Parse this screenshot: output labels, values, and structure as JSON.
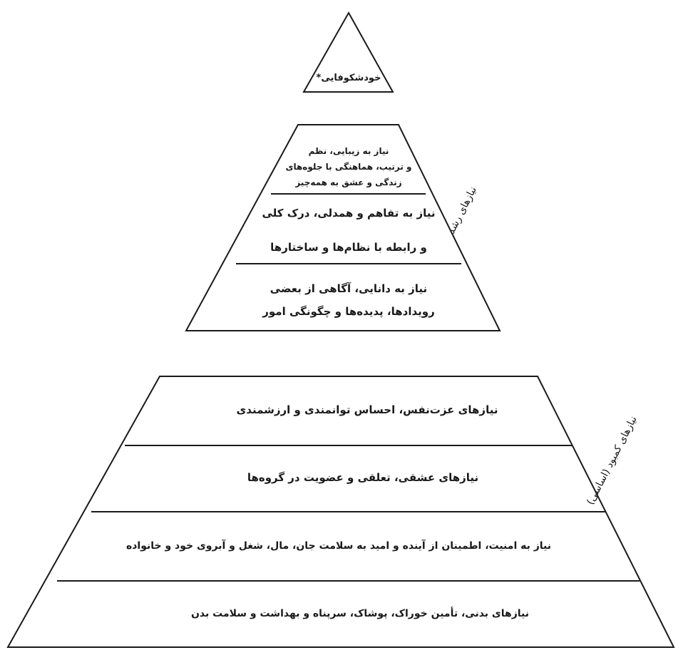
{
  "pyramid": {
    "peak": {
      "label": "خودشکوفایی*"
    },
    "growth_needs": {
      "side_label": "نیازهای رشد",
      "tiers": [
        {
          "lines": [
            "نیاز به زیبایی، نظم",
            "و ترتیب، هماهنگی با جلوه‌های",
            "زندگی و عشق به همه‌چیز"
          ]
        },
        {
          "lines": [
            "نیاز به تفاهم و همدلی، درک کلی",
            "و رابطه با نظام‌ها و ساختارها"
          ]
        },
        {
          "lines": [
            "نیاز به دانایی، آگاهی از بعضی",
            "رویدادها، پدیده‌ها و چگونگی امور"
          ]
        }
      ]
    },
    "deficiency_needs": {
      "side_label": "نیازهای کمبود (اساسی)",
      "tiers": [
        {
          "lines": [
            "نیازهای عزت‌نفس، احساس توانمندی و ارزشمندی"
          ]
        },
        {
          "lines": [
            "نیازهای عشقی، تعلقی و عضویت در گروه‌ها"
          ]
        },
        {
          "lines": [
            "نیاز به امنیت، اطمینان از آینده و امید به سلامت جان، مال، شغل و آبروی خود و خانواده"
          ]
        },
        {
          "lines": [
            "نیازهای بدنی، تأمین خوراک، پوشاک، سرپناه و بهداشت و سلامت بدن"
          ]
        }
      ]
    }
  }
}
